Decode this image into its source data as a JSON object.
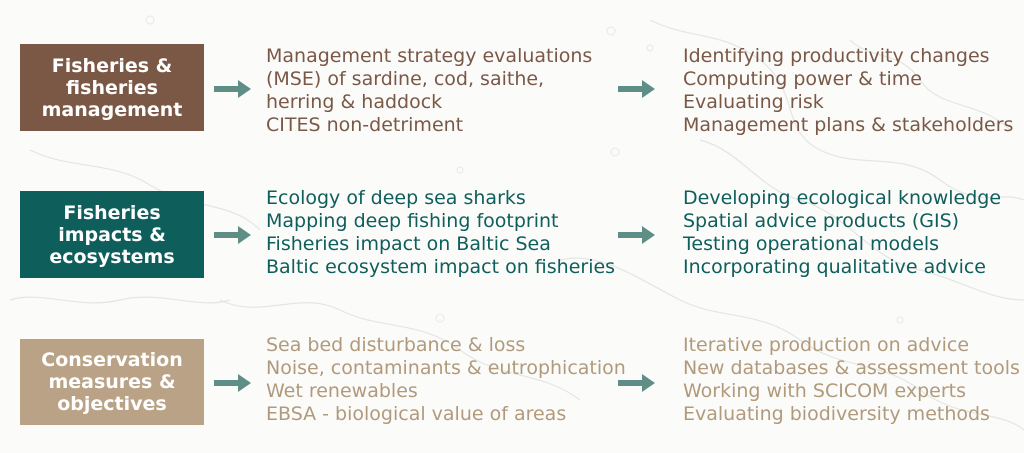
{
  "colors": {
    "row1_box": "#7b5846",
    "row1_text": "#7b5846",
    "row2_box": "#0e5e5b",
    "row2_text": "#0e5e5b",
    "row3_box": "#baa286",
    "row3_text": "#b19a7c",
    "arrow": "#5e8e86",
    "background": "#fbfbfa"
  },
  "rows": [
    {
      "category": "Fisheries &\nfisheries\nmanagement",
      "activities": [
        "Management strategy evaluations",
        "(MSE) of sardine, cod, saithe,",
        "herring & haddock",
        "CITES non-detriment"
      ],
      "challenges": [
        "Identifying productivity changes",
        "Computing power & time",
        "Evaluating risk",
        "Management plans & stakeholders"
      ]
    },
    {
      "category": "Fisheries\nimpacts &\necosystems",
      "activities": [
        "Ecology of deep sea sharks",
        "Mapping deep fishing footprint",
        "Fisheries impact on Baltic Sea",
        "Baltic ecosystem impact on fisheries"
      ],
      "challenges": [
        "Developing ecological knowledge",
        "Spatial advice products (GIS)",
        "Testing operational models",
        "Incorporating qualitative advice"
      ]
    },
    {
      "category": "Conservation\nmeasures &\nobjectives",
      "activities": [
        "Sea bed disturbance & loss",
        "Noise, contaminants & eutrophication",
        "Wet renewables",
        "EBSA - biological value of areas"
      ],
      "challenges": [
        "Iterative production on advice",
        "New databases & assessment tools",
        "Working with SCICOM experts",
        "Evaluating biodiversity methods"
      ]
    }
  ]
}
